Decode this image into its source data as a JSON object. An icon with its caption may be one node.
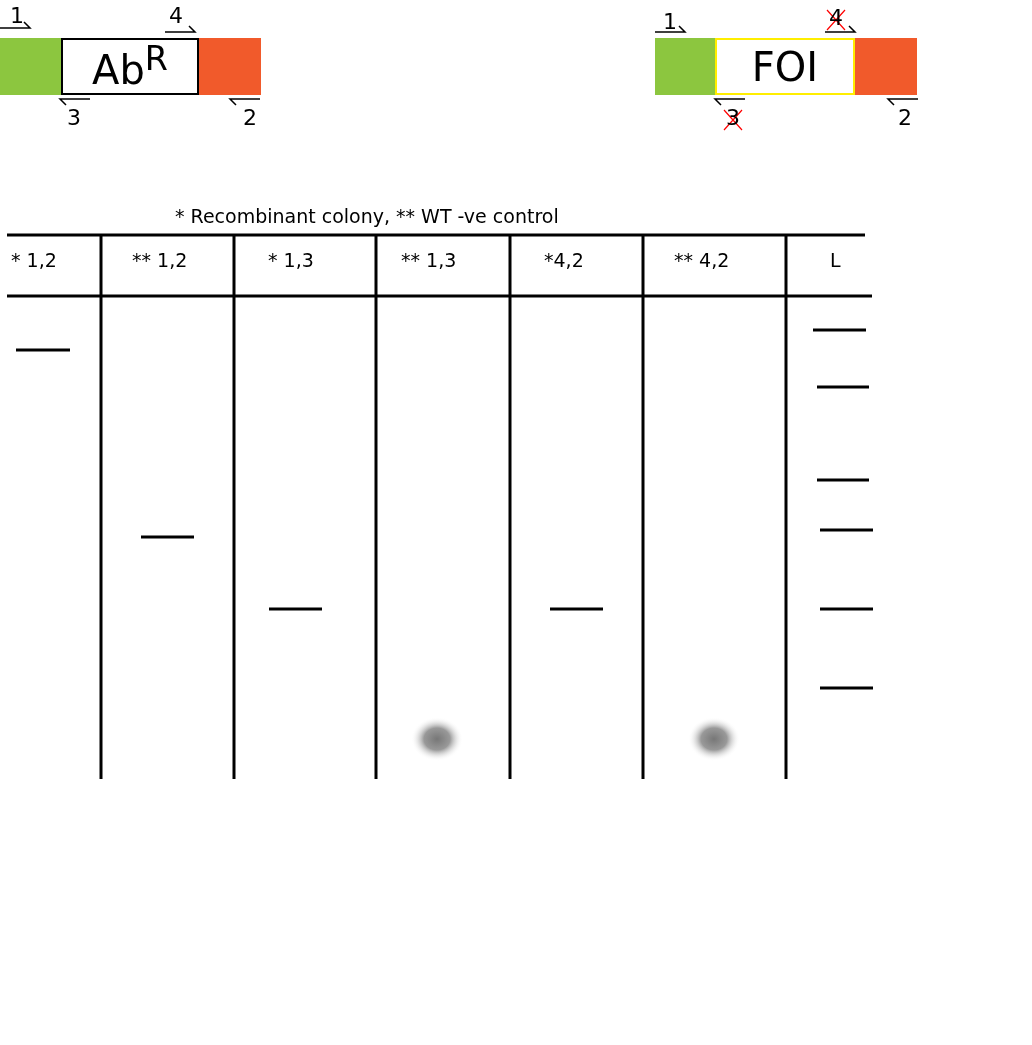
{
  "diagram": {
    "nodes": [
      {
        "text": [],
        "shape": "box"
      },
      {
        "text": [
          "Ab$^{R}$"
        ]
      },
      {
        "text": [],
        "shape": "box"
      },
      {
        "text": [],
        "shape": "box"
      },
      {
        "text": [
          "FOI"
        ]
      },
      {
        "text": [],
        "shape": "box"
      }
    ],
    "edges": [],
    "labels": [
      "1",
      "4",
      "3",
      "2",
      "1",
      "4",
      "3",
      "2",
      "* Recombinant colony, ** WT -ve control",
      "* 1,2",
      "** 1,2",
      "* 1,3",
      "** 1,3",
      "*4,2",
      "** 4,2",
      "L"
    ]
  }
}
